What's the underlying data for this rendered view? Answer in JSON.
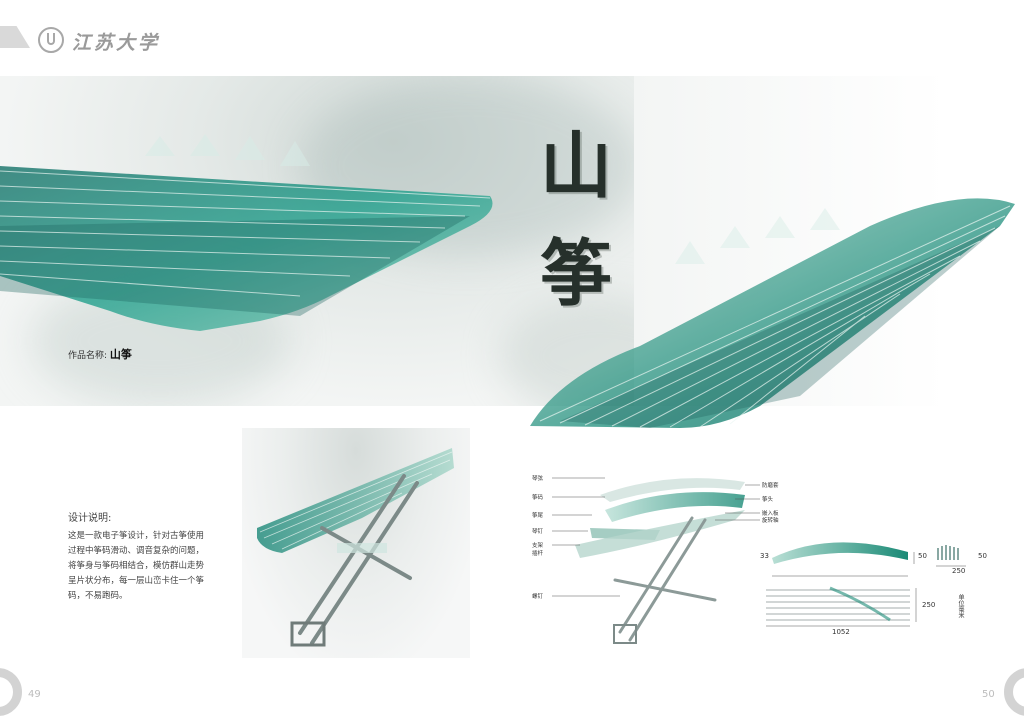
{
  "header": {
    "university_name": "江苏大学",
    "logo_icon": "university-emblem-icon"
  },
  "hero": {
    "title_char_1": "山",
    "title_char_2": "筝",
    "work_name_label": "作品名称:",
    "work_name_value": "山筝"
  },
  "description": {
    "title": "设计说明:",
    "lines": [
      "这是一款电子筝设计，针对古筝使用",
      "过程中筝码滑动、调音复杂的问题，",
      "将筝身与筝码相结合，模仿群山走势",
      "呈片状分布，每一层山峦卡住一个筝",
      "码，不易跑码。"
    ]
  },
  "diagram": {
    "labels_left": [
      "琴弦",
      "筝码",
      "筝尾",
      "琴钉",
      "支架",
      "插杆",
      "螺钉"
    ],
    "labels_right": [
      "防磨套",
      "筝头",
      "嵌入板",
      "旋转轴"
    ],
    "dims": {
      "front_height_left": "33",
      "front_height_right": "50",
      "side_height": "50",
      "side_width": "250",
      "top_height": "250",
      "top_length": "1052"
    },
    "unit_label": "单位毫米"
  },
  "footer": {
    "page_left": "49",
    "page_right": "50"
  },
  "colors": {
    "accent_green": "#1f8a6e",
    "ink": "#26302b",
    "gray": "#a8a8a8"
  }
}
